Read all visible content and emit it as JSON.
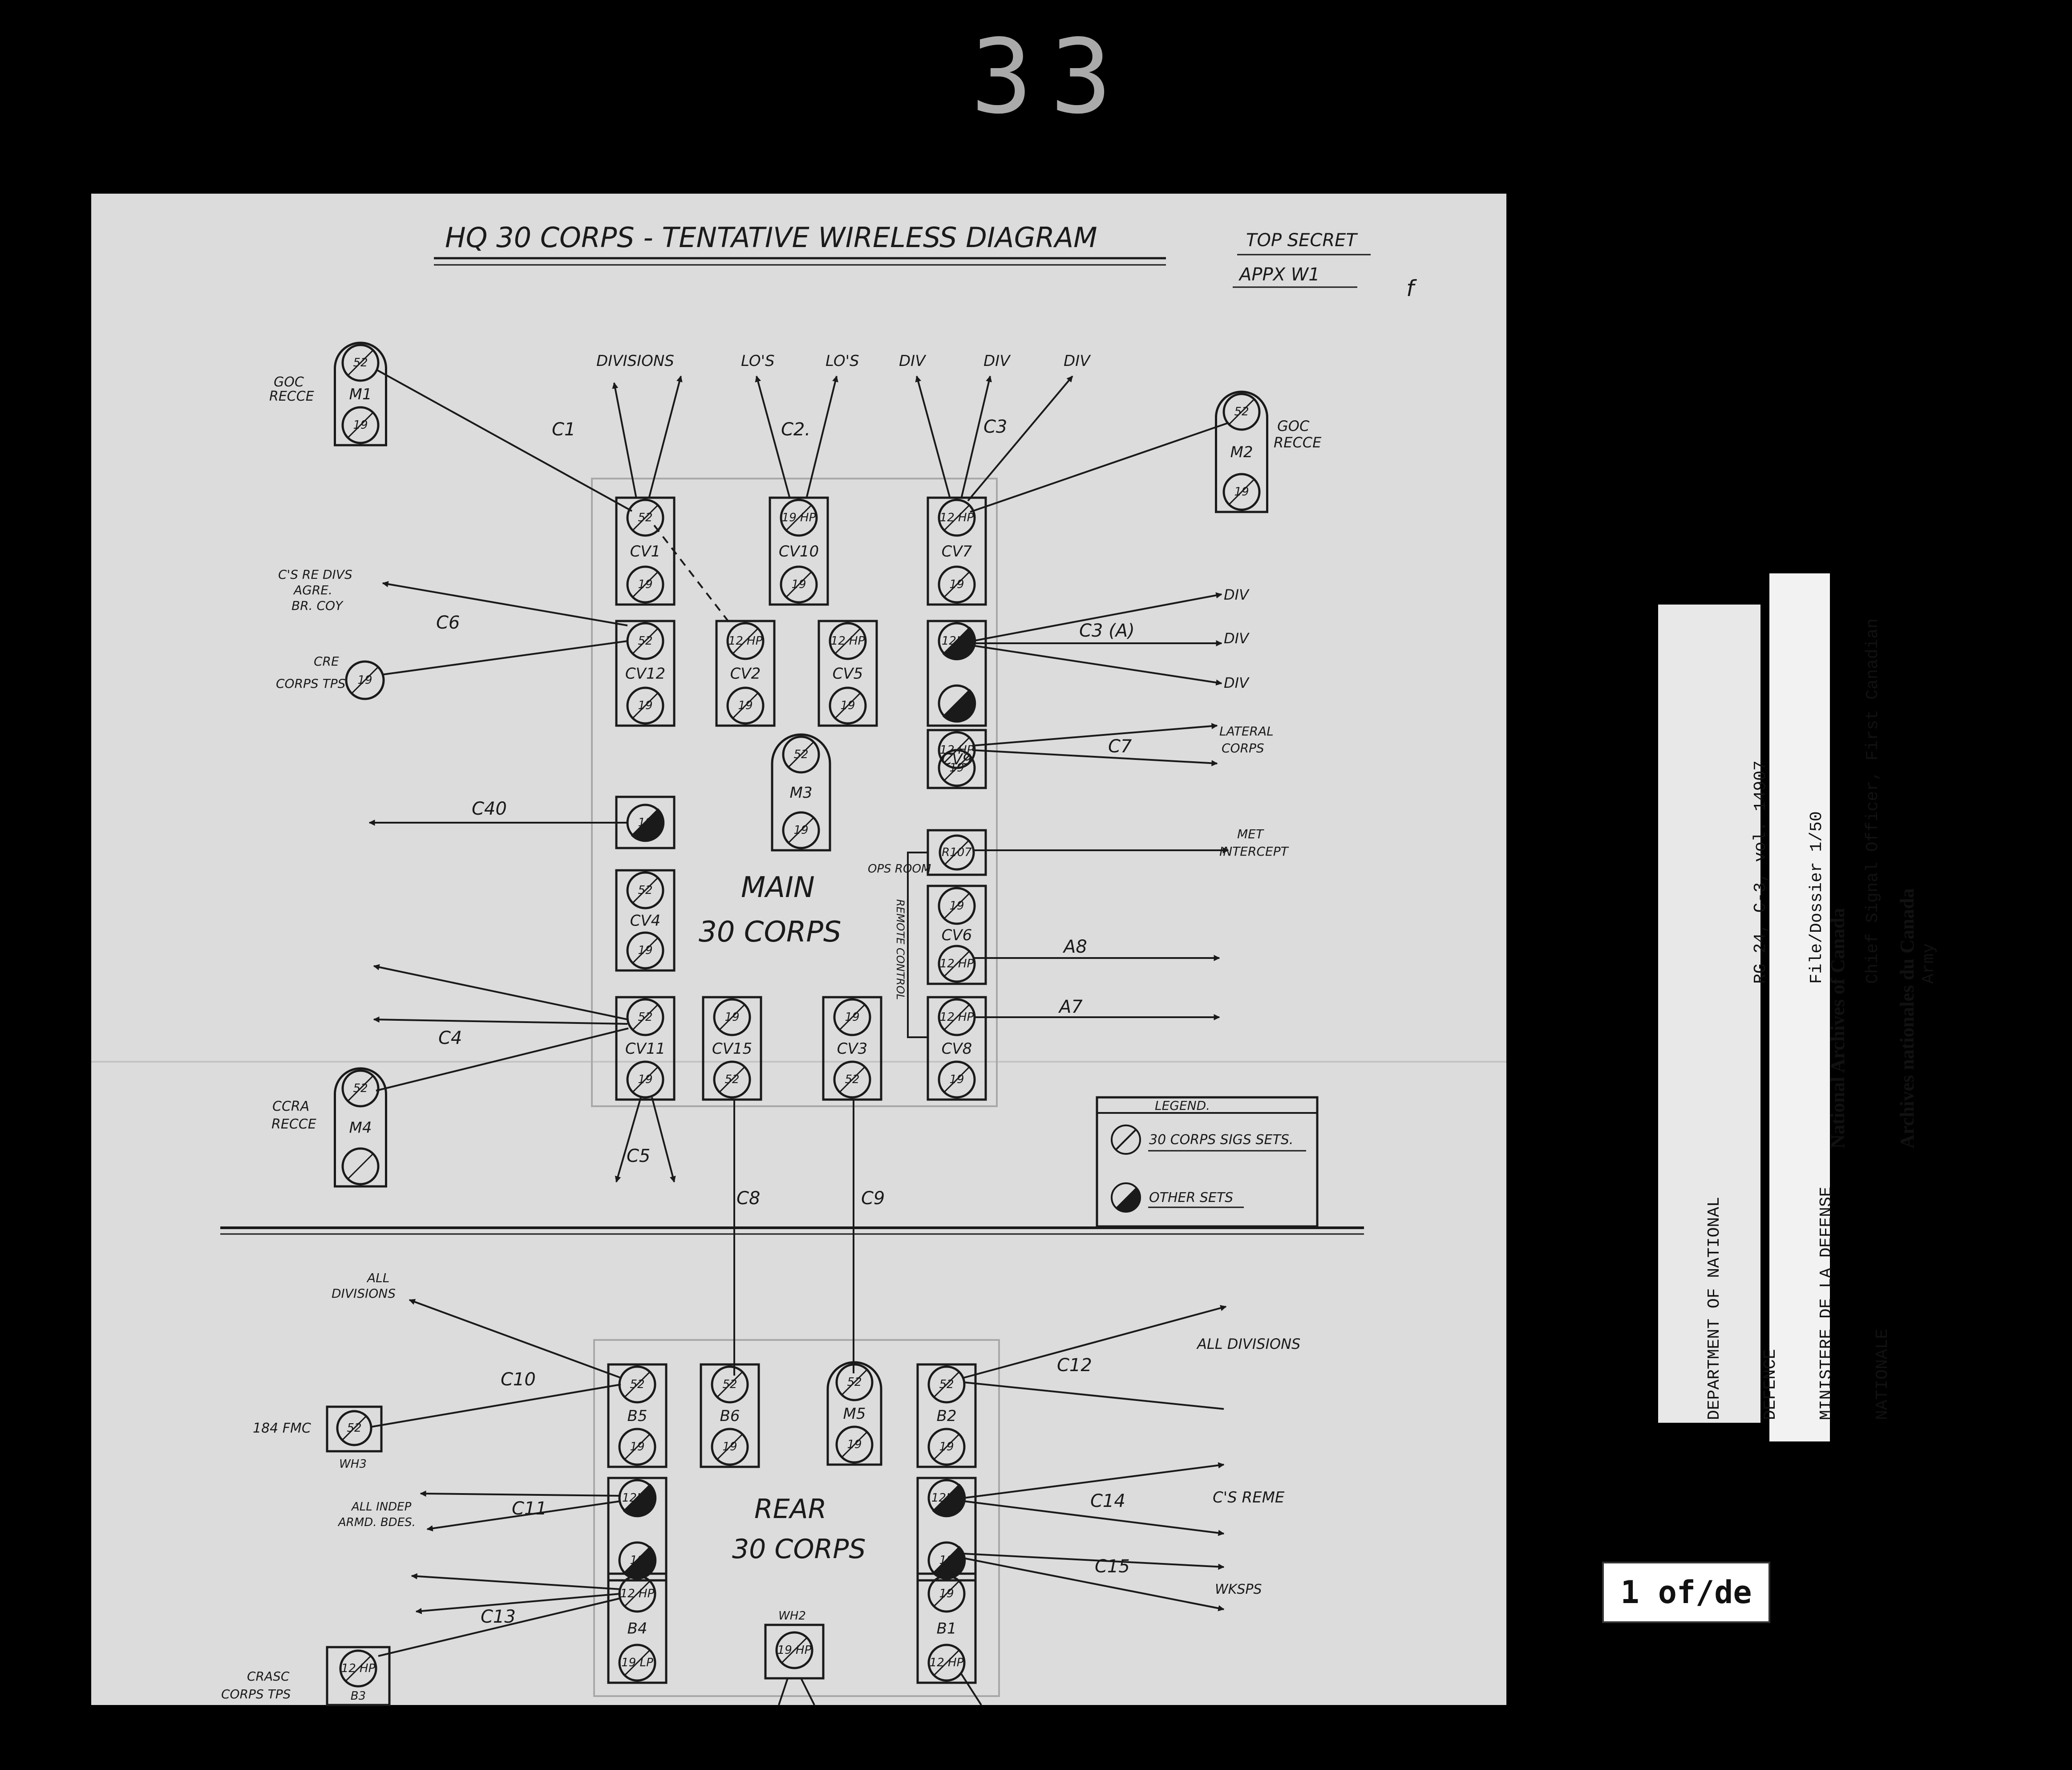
{
  "frame_number": "33",
  "document": {
    "title": "HQ 30 CORPS - TENTATIVE WIRELESS DIAGRAM",
    "classification": "TOP SECRET",
    "appendix": "APPX W1",
    "page_mark": "f"
  },
  "sections": {
    "main": [
      "MAIN",
      "30 CORPS"
    ],
    "rear": [
      "REAR",
      "30 CORPS"
    ],
    "ops_room": "OPS ROOM",
    "remote_control": "REMOTE CONTROL"
  },
  "stations": {
    "m1": {
      "id": "M1",
      "top": "52",
      "bottom": "19"
    },
    "m2": {
      "id": "M2",
      "top": "52",
      "bottom": "19"
    },
    "m3": {
      "id": "M3",
      "top": "52",
      "bottom": "19"
    },
    "m4": {
      "id": "M4",
      "top": "52",
      "bottom": ""
    },
    "m5": {
      "id": "M5",
      "top": "52",
      "bottom": "19"
    },
    "cv1": {
      "id": "CV1",
      "top": "52",
      "bottom": "19"
    },
    "cv10": {
      "id": "CV10",
      "top": "19 HP",
      "bottom": "19"
    },
    "cv7": {
      "id": "CV7",
      "top": "12 HP",
      "bottom": "19"
    },
    "cv12": {
      "id": "CV12",
      "top": "52",
      "bottom": "19"
    },
    "cv2": {
      "id": "CV2",
      "top": "12 HP",
      "bottom": "19"
    },
    "cv5": {
      "id": "CV5",
      "top": "12 HP",
      "bottom": "19"
    },
    "cv9": {
      "id": "CV9",
      "top": "12 HP",
      "bottom": "19"
    },
    "cv4": {
      "id": "CV4",
      "top": "52",
      "bottom": "19"
    },
    "cv6": {
      "id": "CV6",
      "top": "19",
      "bottom": "12 HP"
    },
    "cv11": {
      "id": "CV11",
      "top": "52",
      "bottom": "19"
    },
    "cv15": {
      "id": "CV15",
      "top": "19",
      "bottom": "52"
    },
    "cv3": {
      "id": "CV3",
      "top": "19",
      "bottom": "52"
    },
    "cv8": {
      "id": "CV8",
      "top": "12 HP",
      "bottom": "19"
    },
    "b5": {
      "id": "B5",
      "top": "52",
      "bottom": "19"
    },
    "b6": {
      "id": "B6",
      "top": "52",
      "bottom": "19"
    },
    "b2": {
      "id": "B2",
      "top": "52",
      "bottom": "19"
    },
    "b4": {
      "id": "B4",
      "top": "12 HP",
      "bottom": "19 LP"
    },
    "b1": {
      "id": "B1",
      "top": "19",
      "bottom": "12 HP"
    },
    "b3": {
      "id": "B3",
      "top": "12 HP"
    },
    "wh2": {
      "id": "WH2",
      "set": "19 HP"
    },
    "wh3": {
      "id": "WH3",
      "set": "52"
    },
    "cre_set": "19",
    "c3a_set": "12HP",
    "c40_set": "19",
    "r107": "R107",
    "rear_c11_top": "12HP",
    "rear_c11_bottom": "19",
    "rear_c14_top": "12HP",
    "rear_c14_bottom": "19"
  },
  "labels": {
    "goc_recce_left": [
      "GOC",
      "RECCE"
    ],
    "goc_recce_right": [
      "GOC",
      "RECCE"
    ],
    "ccra_recce": [
      "CCRA",
      "RECCE"
    ],
    "cre_divs": [
      "C'S RE DIVS",
      "AGRE.",
      "BR. COY"
    ],
    "cre_corps": [
      "CRE",
      "CORPS TPS"
    ],
    "divisions": "DIVISIONS",
    "los_1": "LO'S",
    "los_2": "LO'S",
    "div_1": "DIV",
    "div_2": "DIV",
    "div_3": "DIV",
    "div_c3a_1": "DIV",
    "div_c3a_2": "DIV",
    "div_c3a_3": "DIV",
    "lateral": [
      "LATERAL",
      "CORPS"
    ],
    "met": [
      "MET",
      "INTERCEPT"
    ],
    "all_divisions_left": [
      "ALL",
      "DIVISIONS"
    ],
    "all_divisions_right": "ALL DIVISIONS",
    "fmc": "184 FMC",
    "all_indep": [
      "ALL INDEP",
      "ARMD. BDES."
    ],
    "crasc": [
      "CRASC",
      "CORPS TPS"
    ],
    "creme": "C'S REME",
    "wkshops": "WKSPS"
  },
  "nets": {
    "c1": "C1",
    "c2": "C2.",
    "c3": "C3",
    "c3a": "C3 (A)",
    "c6": "C6",
    "c7": "C7",
    "c40": "C40",
    "a8": "A8",
    "a7": "A7",
    "c4": "C4",
    "c5": "C5",
    "c8": "C8",
    "c9": "C9",
    "c10": "C10",
    "c12": "C12",
    "c11": "C11",
    "c14": "C14",
    "c15": "C15",
    "c13": "C13"
  },
  "legend": {
    "title": "LEGEND.",
    "own_sets": "30 CORPS SIGS SETS.",
    "other_sets": "OTHER SETS"
  },
  "stamp": {
    "lines": [
      "DEPARTMENT OF NATIONAL",
      "DEFENCE",
      "MINISTERE DE LA DEFENSE",
      "NATIONALE"
    ],
    "reference": [
      "RG 24, C-3, vol. 14907",
      "File/Dossier 1/50",
      "Chief Signal Officer, First Canadian",
      "Army"
    ]
  },
  "archive": [
    "National Archives of Canada",
    "Archives nationales du Canada"
  ],
  "page_label": "1 of/de",
  "colors": {
    "paper": "#dcdcdc",
    "ink": "#1a1a1a",
    "film": "#000000"
  }
}
